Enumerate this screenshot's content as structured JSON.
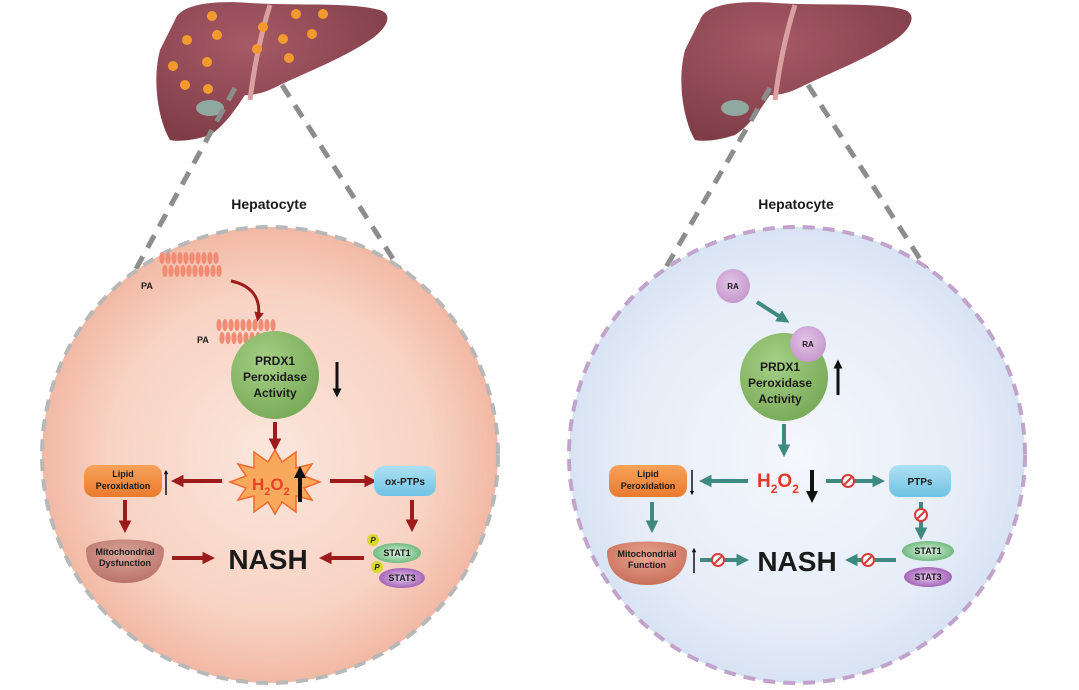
{
  "panels": [
    {
      "id": "left",
      "condition": "PA",
      "hepatocyte_label": "Hepatocyte",
      "liver": {
        "fatty": true
      },
      "cell_colors": {
        "fill": "#f7c9b8",
        "border": "#b8b8b8"
      },
      "arrow_color": "#9e1b1b",
      "ligand_label_outside": "PA",
      "ligand_label_bound": "PA",
      "prdx1_lines": [
        "PRDX1",
        "Peroxidase",
        "Activity"
      ],
      "prdx1_trend": "down",
      "h2o2_label": "H2O2",
      "h2o2_trend": "up",
      "lipid_lines": [
        "Lipid",
        "Peroxidation"
      ],
      "lipid_trend": "up",
      "mito_lines": [
        "Mitochondrial",
        "Dysfunction"
      ],
      "ptp_label": "ox-PTPs",
      "stat1_label": "STAT1",
      "stat3_label": "STAT3",
      "phospho_label": "P",
      "nash_label": "NASH",
      "inhibited": false
    },
    {
      "id": "right",
      "condition": "RA",
      "hepatocyte_label": "Hepatocyte",
      "liver": {
        "fatty": false
      },
      "cell_colors": {
        "fill": "#e3ecf7",
        "border": "#c2a3cc"
      },
      "arrow_color": "#3e8a80",
      "ligand_label_outside": "RA",
      "ligand_label_bound": "RA",
      "prdx1_lines": [
        "PRDX1",
        "Peroxidase",
        "Activity"
      ],
      "prdx1_trend": "up",
      "h2o2_label": "H2O2",
      "h2o2_trend": "down",
      "lipid_lines": [
        "Lipid",
        "Peroxidation"
      ],
      "lipid_trend": "down",
      "mito_lines": [
        "Mitochondrial",
        "Function"
      ],
      "mito_trend": "up",
      "ptp_label": "PTPs",
      "stat1_label": "STAT1",
      "stat3_label": "STAT3",
      "nash_label": "NASH",
      "inhibited": true
    }
  ],
  "text": {
    "left_hepatocyte": "Hepatocyte",
    "right_hepatocyte": "Hepatocyte",
    "left_pa_outside": "PA",
    "left_pa_bound": "PA",
    "left_prdx1_1": "PRDX1",
    "left_prdx1_2": "Peroxidase",
    "left_prdx1_3": "Activity",
    "left_h": "H",
    "left_o": "O",
    "left_sub": "2",
    "left_lipid_1": "Lipid",
    "left_lipid_2": "Peroxidation",
    "left_mito_1": "Mitochondrial",
    "left_mito_2": "Dysfunction",
    "left_ptp": "ox-PTPs",
    "left_stat1": "STAT1",
    "left_stat3": "STAT3",
    "left_p": "P",
    "left_nash": "NASH",
    "right_ra_outside": "RA",
    "right_ra_bound": "RA",
    "right_prdx1_1": "PRDX1",
    "right_prdx1_2": "Peroxidase",
    "right_prdx1_3": "Activity",
    "right_h": "H",
    "right_o": "O",
    "right_sub": "2",
    "right_lipid_1": "Lipid",
    "right_lipid_2": "Peroxidation",
    "right_mito_1": "Mitochondrial",
    "right_mito_2": "Function",
    "right_ptp": "PTPs",
    "right_stat1": "STAT1",
    "right_stat3": "STAT3",
    "right_nash": "NASH"
  }
}
